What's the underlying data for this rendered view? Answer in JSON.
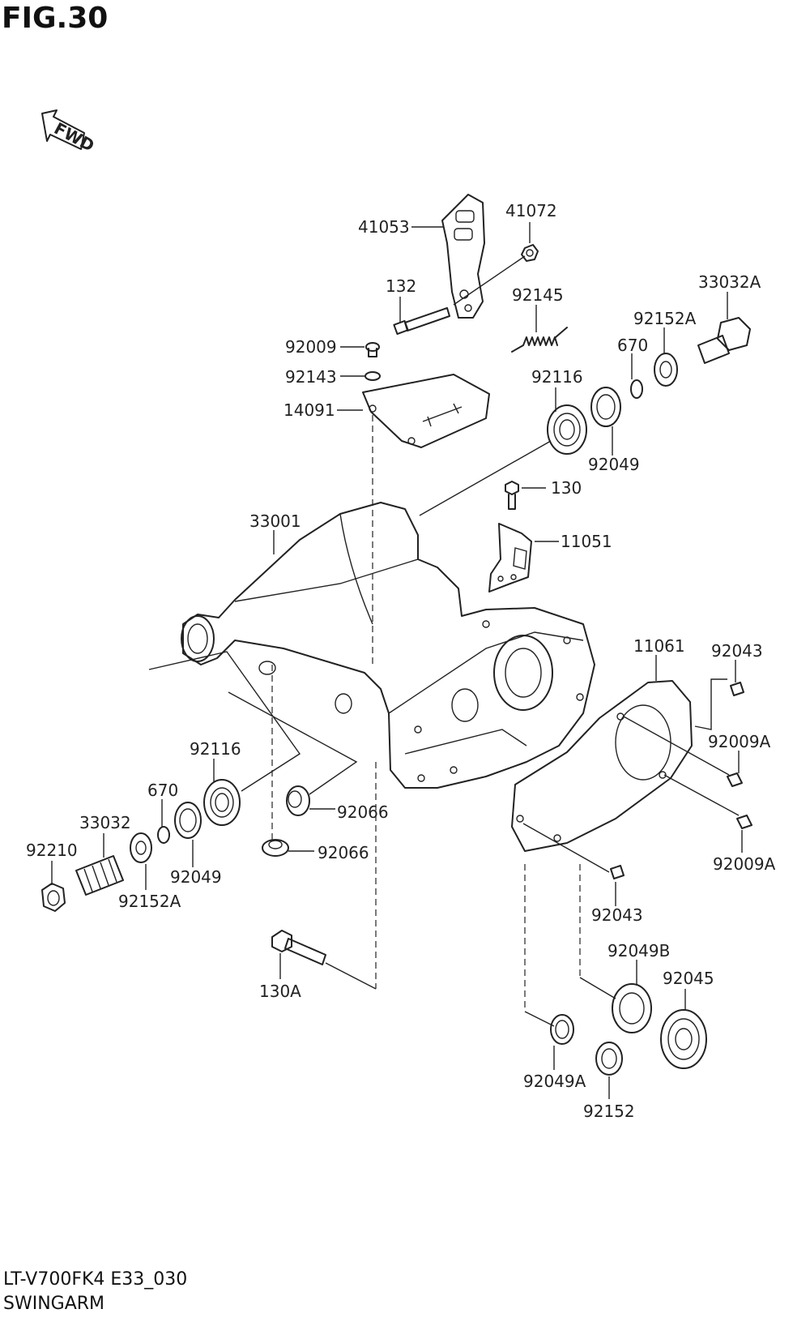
{
  "figure": {
    "title": "FIG.30",
    "model_code": "LT-V700FK4 E33_030",
    "name": "SWINGARM",
    "fwd_text": "FWD"
  },
  "parts": [
    {
      "id": "p41053",
      "text": "41053"
    },
    {
      "id": "p41072",
      "text": "41072"
    },
    {
      "id": "p132",
      "text": "132"
    },
    {
      "id": "p92145",
      "text": "92145"
    },
    {
      "id": "p33032A",
      "text": "33032A"
    },
    {
      "id": "p92152A_top",
      "text": "92152A"
    },
    {
      "id": "p92009",
      "text": "92009"
    },
    {
      "id": "p670_top",
      "text": "670"
    },
    {
      "id": "p92143",
      "text": "92143"
    },
    {
      "id": "p92116_top",
      "text": "92116"
    },
    {
      "id": "p14091",
      "text": "14091"
    },
    {
      "id": "p92049_top",
      "text": "92049"
    },
    {
      "id": "p130",
      "text": "130"
    },
    {
      "id": "p33001",
      "text": "33001"
    },
    {
      "id": "p11051",
      "text": "11051"
    },
    {
      "id": "p11061",
      "text": "11061"
    },
    {
      "id": "p92043_top",
      "text": "92043"
    },
    {
      "id": "p92009A_top",
      "text": "92009A"
    },
    {
      "id": "p92116_left",
      "text": "92116"
    },
    {
      "id": "p670_left",
      "text": "670"
    },
    {
      "id": "p92066_a",
      "text": "92066"
    },
    {
      "id": "p33032",
      "text": "33032"
    },
    {
      "id": "p92210",
      "text": "92210"
    },
    {
      "id": "p92066_b",
      "text": "92066"
    },
    {
      "id": "p92009A_bot",
      "text": "92009A"
    },
    {
      "id": "p92049_left",
      "text": "92049"
    },
    {
      "id": "p92152A_left",
      "text": "92152A"
    },
    {
      "id": "p92043_bot",
      "text": "92043"
    },
    {
      "id": "p92049B",
      "text": "92049B"
    },
    {
      "id": "p130A",
      "text": "130A"
    },
    {
      "id": "p92045",
      "text": "92045"
    },
    {
      "id": "p92049A",
      "text": "92049A"
    },
    {
      "id": "p92152",
      "text": "92152"
    }
  ]
}
